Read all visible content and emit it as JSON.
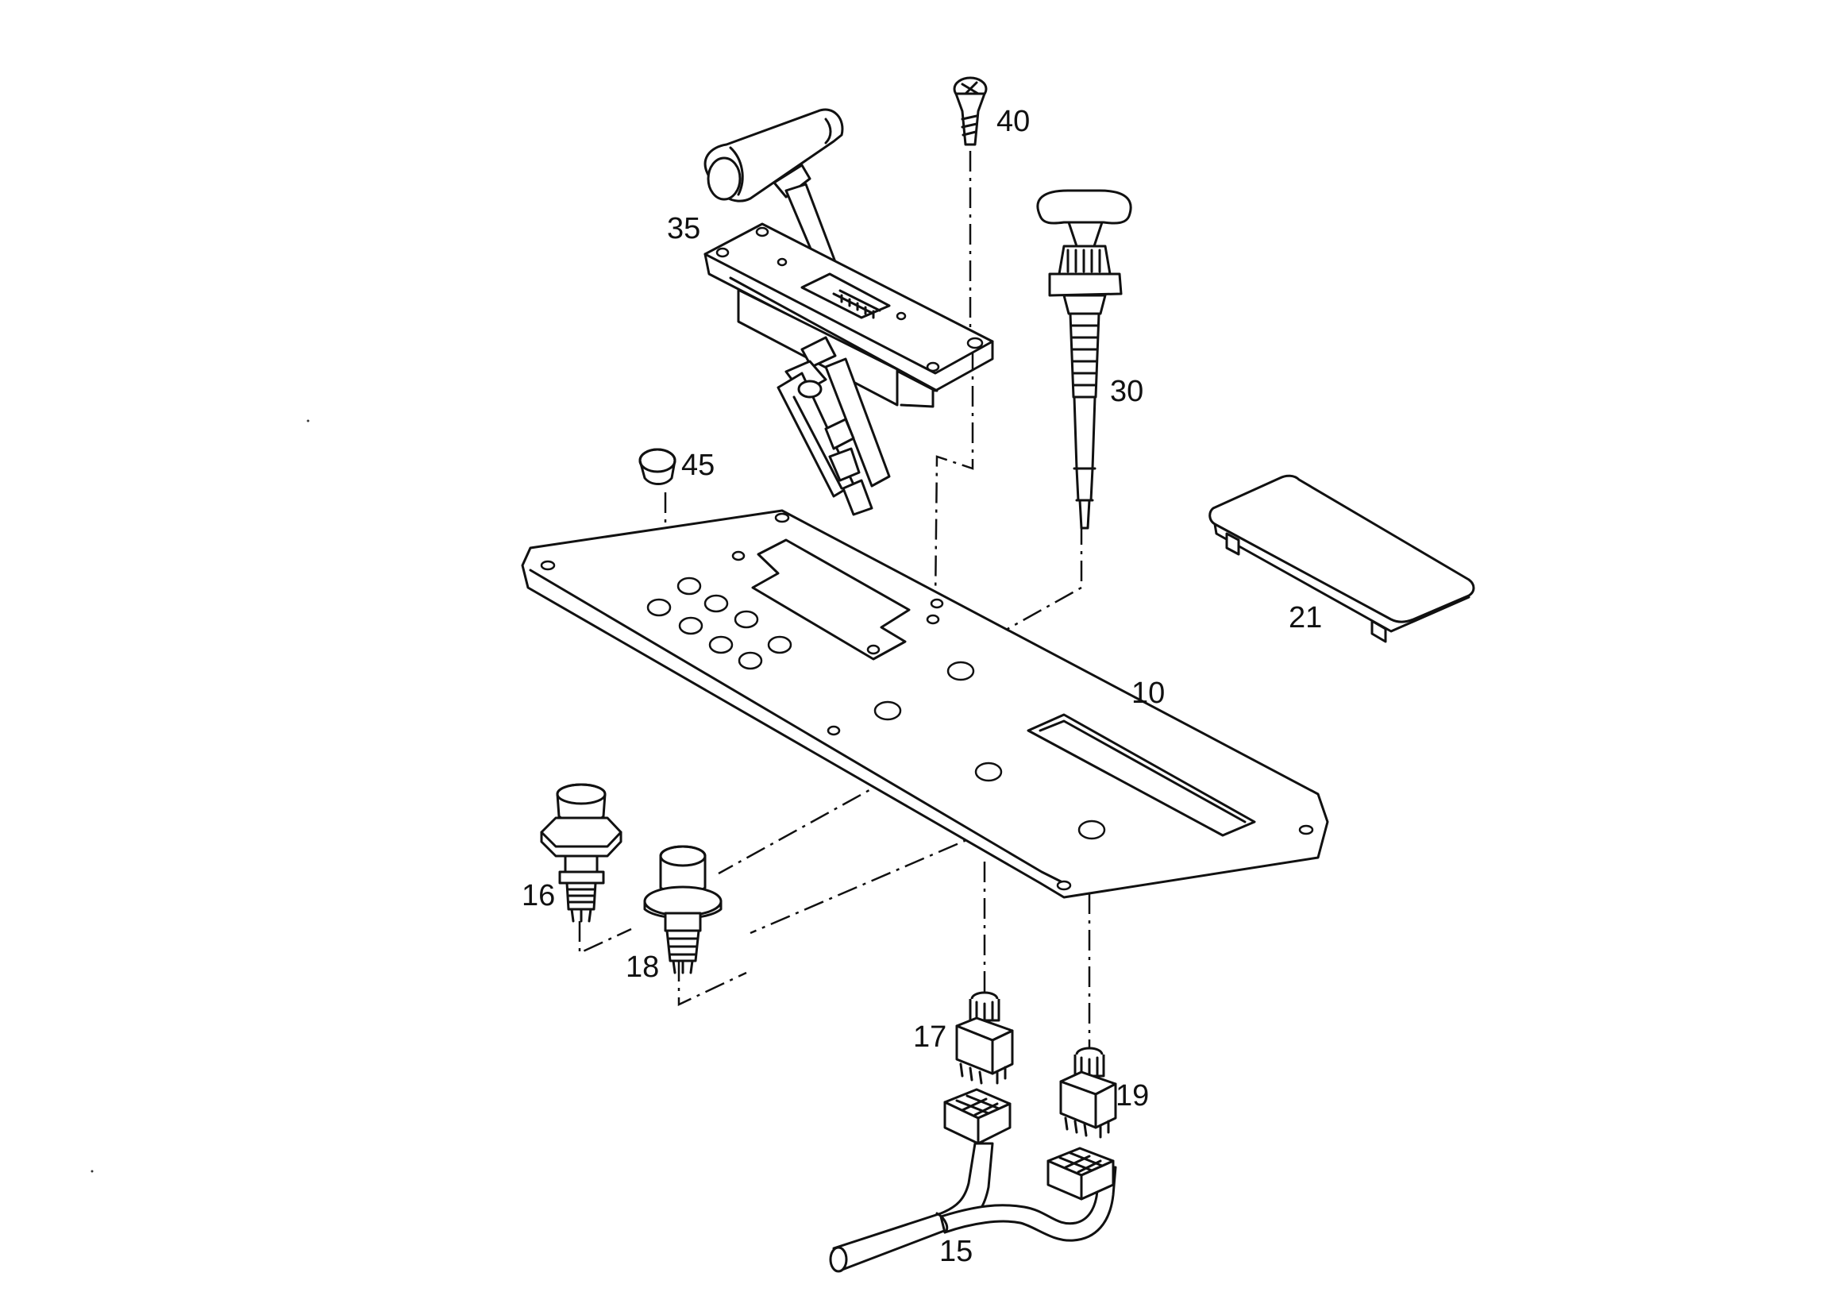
{
  "diagram": {
    "callouts": {
      "p10": "10",
      "p15": "15",
      "p16": "16",
      "p17": "17",
      "p18": "18",
      "p19": "19",
      "p21": "21",
      "p30": "30",
      "p35": "35",
      "p40": "40",
      "p45": "45"
    },
    "icons": [
      "screw-icon",
      "gear-lever-icon",
      "pull-knob-icon",
      "cap-icon",
      "cover-plate-icon",
      "base-plate-icon",
      "push-button-icon",
      "switch-icon",
      "connector-icon",
      "cable-icon"
    ]
  }
}
